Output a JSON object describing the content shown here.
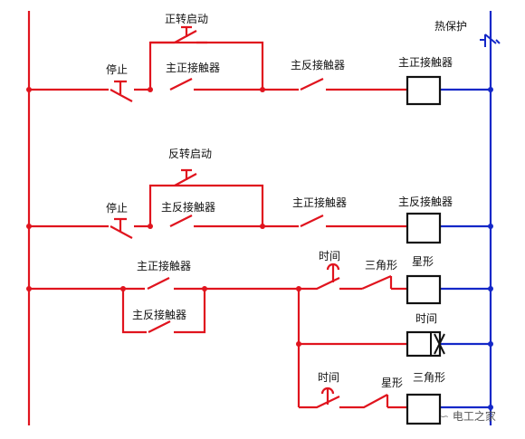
{
  "labels": {
    "forward_start": "正转启动",
    "reverse_start": "反转启动",
    "stop_1": "停止",
    "stop_2": "停止",
    "main_fwd_contact_r1": "主正接触器",
    "main_rev_interlock_r1": "主反接触器",
    "main_fwd_coil_r1": "主正接触器",
    "thermal_protection": "热保护",
    "main_rev_contact_r2": "主反接触器",
    "main_fwd_interlock_r2": "主正接触器",
    "main_rev_coil_r2": "主反接触器",
    "main_fwd_contact_r3": "主正接触器",
    "main_rev_contact_r3": "主反接触器",
    "timer_contact_1": "时间",
    "delta_contact_1": "三角形",
    "star_coil": "星形",
    "timer_coil": "时间",
    "timer_contact_2": "时间",
    "star_contact_2": "星形",
    "delta_coil": "三角形"
  },
  "watermark": "电工之家",
  "colors": {
    "control_wire": "#e0141e",
    "neutral_wire": "#1428c8",
    "coil_stroke": "#111111"
  }
}
